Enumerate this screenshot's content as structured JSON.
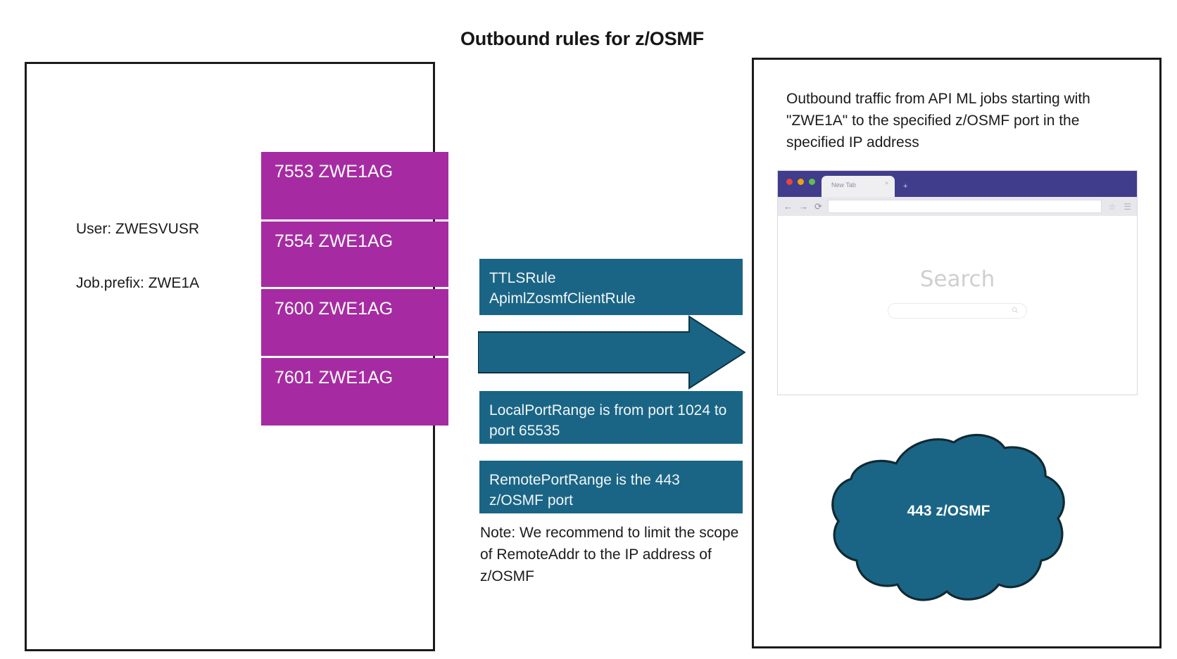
{
  "title": "Outbound rules for z/OSMF",
  "left_panel": {
    "user_label": "User: ZWESVUSR",
    "job_prefix_label": "Job.prefix: ZWE1A",
    "port_boxes": [
      {
        "label": "7553 ZWE1AG",
        "port": "7553",
        "job": "ZWE1AG"
      },
      {
        "label": "7554 ZWE1AG",
        "port": "7554",
        "job": "ZWE1AG"
      },
      {
        "label": "7600 ZWE1AG",
        "port": "7600",
        "job": "ZWE1AG"
      },
      {
        "label": "7601 ZWE1AG",
        "port": "7601",
        "job": "ZWE1AG"
      }
    ],
    "box_color": "#a62ba2"
  },
  "middle": {
    "rule_box_ttls": "TTLSRule\nApimlZosmfClientRule",
    "rule_box_ttls_line1": "TTLSRule",
    "rule_box_ttls_line2": "ApimlZosmfClientRule",
    "rule_box_local": "LocalPortRange is from port 1024 to port 65535",
    "rule_box_remote": "RemotePortRange is the 443 z/OSMF port",
    "note": "Note: We recommend to limit the scope of RemoteAddr to the IP address of z/OSMF",
    "arrow_direction": "right",
    "box_color": "#1a6585"
  },
  "right_panel": {
    "intro": "Outbound traffic from API ML jobs starting with \"ZWE1A\" to the specified z/OSMF port in the specified IP address",
    "browser": {
      "tab_title": "New Tab",
      "tab_close_glyph": "×",
      "new_tab_glyph": "+",
      "back_glyph": "←",
      "forward_glyph": "→",
      "reload_glyph": "⟳",
      "bookmark_glyph": "☆",
      "menu_glyph": "☰",
      "url_value": "",
      "url_placeholder": "",
      "search_heading": "Search",
      "titlebar_color": "#403d8c",
      "traffic_lights": [
        "#e8463c",
        "#eda112",
        "#5ec04a"
      ]
    },
    "cloud": {
      "label": "443 z/OSMF",
      "fill": "#1a6585",
      "stroke": "#102a33"
    }
  }
}
